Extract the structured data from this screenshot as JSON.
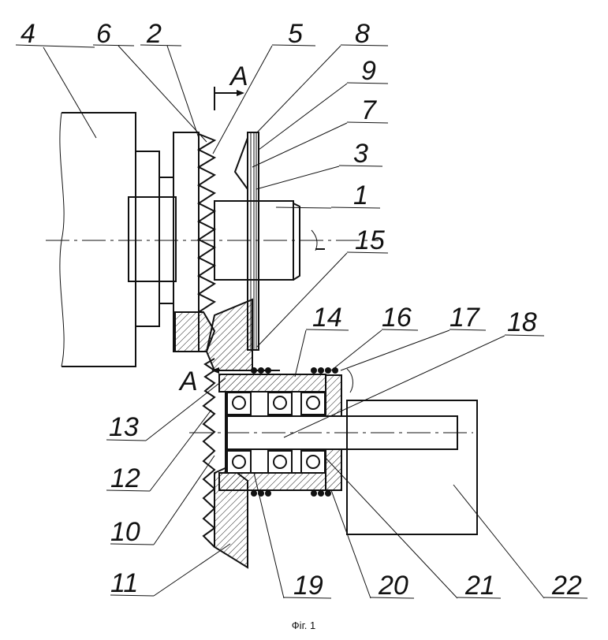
{
  "figure": {
    "caption": "Фіг. 1",
    "section_marker": "A",
    "section_marker_bottom": "A"
  },
  "labels": {
    "n1": "1",
    "n2": "2",
    "n3": "3",
    "n4": "4",
    "n5": "5",
    "n6": "6",
    "n7": "7",
    "n8": "8",
    "n9": "9",
    "n10": "10",
    "n11": "11",
    "n12": "12",
    "n13": "13",
    "n14": "14",
    "n15": "15",
    "n16": "16",
    "n17": "17",
    "n18": "18",
    "n19": "19",
    "n20": "20",
    "n21": "21",
    "n22": "22"
  }
}
